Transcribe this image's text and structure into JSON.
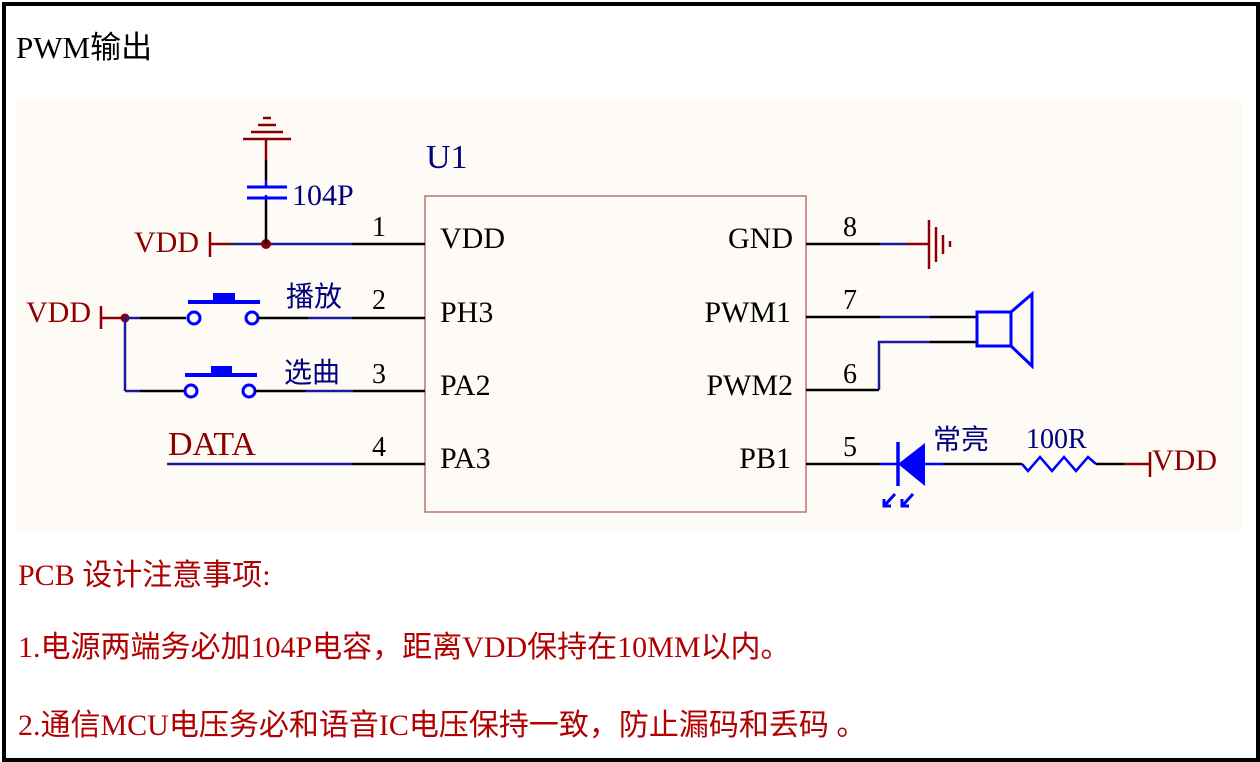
{
  "title": "PWM输出",
  "schematic": {
    "chip": {
      "designator": "U1",
      "left_pins": [
        {
          "number": "1",
          "name": "VDD"
        },
        {
          "number": "2",
          "name": "PH3"
        },
        {
          "number": "3",
          "name": "PA2"
        },
        {
          "number": "4",
          "name": "PA3"
        }
      ],
      "right_pins": [
        {
          "number": "8",
          "name": "GND"
        },
        {
          "number": "7",
          "name": "PWM1"
        },
        {
          "number": "6",
          "name": "PWM2"
        },
        {
          "number": "5",
          "name": "PB1"
        }
      ]
    },
    "capacitor_label": "104P",
    "vdd_label": "VDD",
    "switch_play_label": "播放",
    "switch_select_label": "选曲",
    "data_label": "DATA",
    "led_label": "常亮",
    "resistor_label": "100R",
    "colors": {
      "power": "#8b0000",
      "wire": "#000000",
      "net": "#1a1a9a",
      "component": "#0000ff",
      "chip_border": "#c07070",
      "designator": "#000080"
    }
  },
  "notes": {
    "heading": "PCB  设计注意事项:",
    "items": [
      "1.电源两端务必加104P电容，距离VDD保持在10MM以内。",
      "2.通信MCU电压务必和语音IC电压保持一致，防止漏码和丢码  。"
    ]
  }
}
